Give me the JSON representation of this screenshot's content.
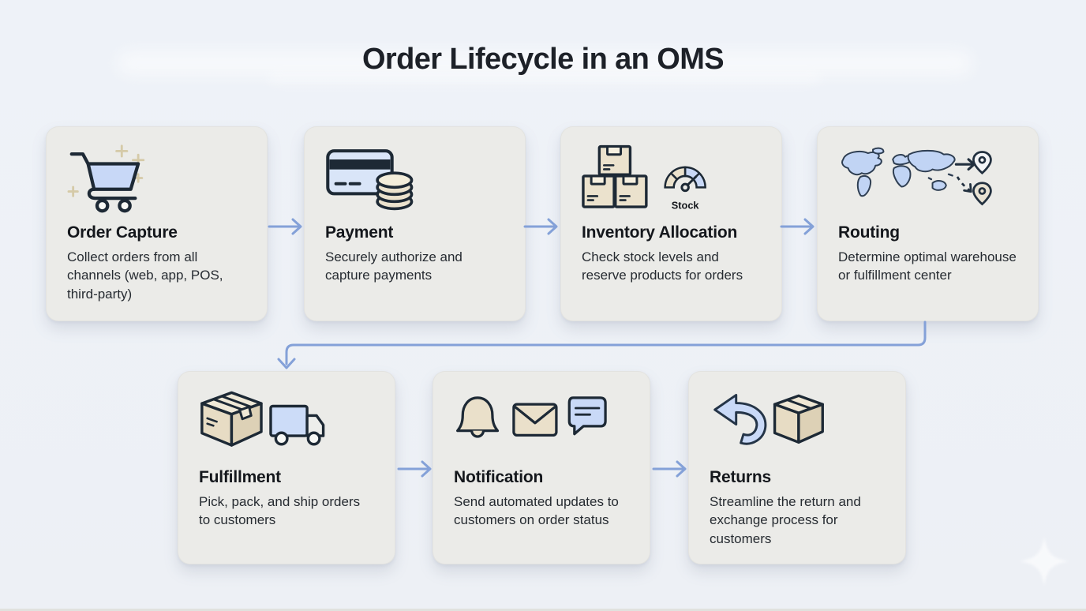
{
  "header": {
    "title": "Order Lifecycle in an OMS"
  },
  "cards": [
    {
      "title": "Order Capture",
      "description": "Collect orders from all channels (web, app, POS, third-party)",
      "icon": "shopping-cart-icon"
    },
    {
      "title": "Payment",
      "description": "Securely authorize and capture payments",
      "icon": "credit-card-coins-icon"
    },
    {
      "title": "Inventory Allocation",
      "description": "Check stock levels and reserve products for orders",
      "icon": "boxes-stock-gauge-icon",
      "gauge_label": "Stock"
    },
    {
      "title": "Routing",
      "description": "Determine optimal warehouse or fulfillment center",
      "icon": "world-map-route-pins-icon"
    },
    {
      "title": "Fulfillment",
      "description": "Pick, pack, and ship orders to customers",
      "icon": "package-truck-icon"
    },
    {
      "title": "Notification",
      "description": "Send automated updates to customers on order status",
      "icon": "bell-mail-chat-icon"
    },
    {
      "title": "Returns",
      "description": "Streamline the return and exchange process for customers",
      "icon": "return-arrow-box-icon"
    }
  ],
  "colors": {
    "background": "#eef1f6",
    "card_background": "#ebebe8",
    "flow_arrow": "#84a1d8",
    "icon_outline": "#1d2935",
    "icon_blue_fill": "#c8d8f7",
    "icon_beige_fill": "#eae1cc",
    "title_text": "#1d2128",
    "body_text": "#262b31"
  }
}
